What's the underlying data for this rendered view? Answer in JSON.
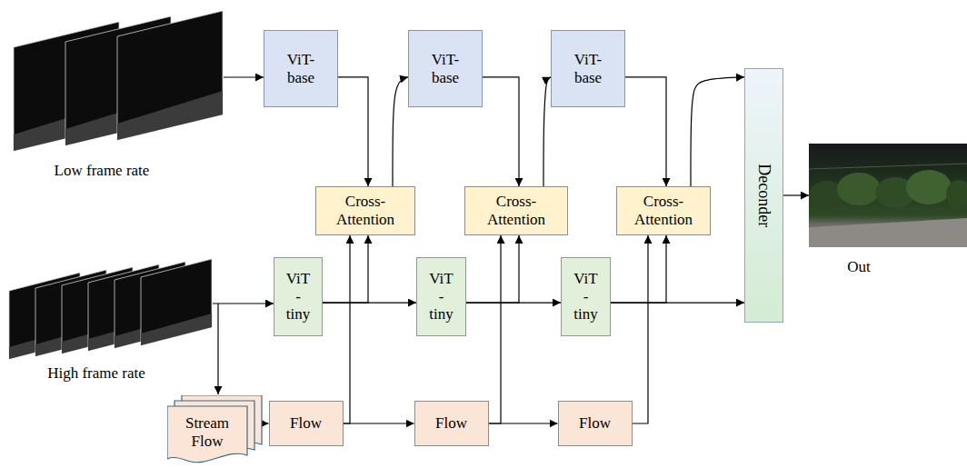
{
  "diagram": {
    "nodes": [
      {
        "text": [
          "ViT- base"
        ]
      },
      {
        "text": [
          "ViT- base"
        ]
      },
      {
        "text": [
          "ViT- base"
        ]
      },
      {
        "text": [
          "Cross- Attention"
        ]
      },
      {
        "text": [
          "Cross- Attention"
        ]
      },
      {
        "text": [
          "Cross- Attention"
        ]
      },
      {
        "text": [
          "ViT - tiny"
        ]
      },
      {
        "text": [
          "ViT - tiny"
        ]
      },
      {
        "text": [
          "ViT - tiny"
        ]
      },
      {
        "text": [
          "Stream Flow"
        ]
      },
      {
        "text": [
          "Flow"
        ]
      },
      {
        "text": [
          "Flow"
        ]
      },
      {
        "text": [
          "Flow"
        ]
      },
      {
        "text": [
          "Deconder"
        ]
      }
    ],
    "edges": [
      {
        "from": 0,
        "to": 3,
        "arrow": "to"
      },
      {
        "from": 3,
        "to": 1,
        "arrow": "to"
      },
      {
        "from": 1,
        "to": 4,
        "arrow": "to"
      },
      {
        "from": 4,
        "to": 2,
        "arrow": "to"
      },
      {
        "from": 2,
        "to": 5,
        "arrow": "to"
      },
      {
        "from": 5,
        "to": 13,
        "arrow": "to"
      },
      {
        "from": 6,
        "to": 7,
        "arrow": "to"
      },
      {
        "from": 6,
        "to": 3,
        "arrow": "to"
      },
      {
        "from": 7,
        "to": 8,
        "arrow": "to"
      },
      {
        "from": 7,
        "to": 4,
        "arrow": "to"
      },
      {
        "from": 8,
        "to": 13,
        "arrow": "to"
      },
      {
        "from": 8,
        "to": 5,
        "arrow": "to"
      },
      {
        "from": 9,
        "to": 10,
        "arrow": "to"
      },
      {
        "from": 10,
        "to": 11,
        "arrow": "to"
      },
      {
        "from": 10,
        "to": 3,
        "arrow": "to"
      },
      {
        "from": 11,
        "to": 12,
        "arrow": "to"
      },
      {
        "from": 11,
        "to": 4,
        "arrow": "to"
      },
      {
        "from": 12,
        "to": 5,
        "arrow": "to"
      }
    ],
    "labels": [
      "Low frame rate",
      "High frame rate",
      "Out"
    ]
  }
}
